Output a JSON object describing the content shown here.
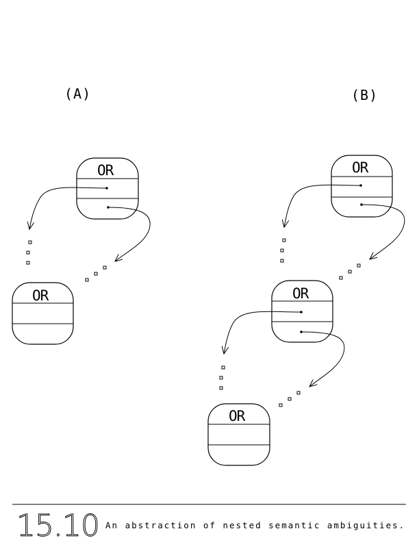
{
  "panels": {
    "a_label": "(A)",
    "b_label": "(B)"
  },
  "node_label": "OR",
  "figure": {
    "number": "15.10",
    "caption": "An abstraction of nested semantic ambiguities."
  }
}
